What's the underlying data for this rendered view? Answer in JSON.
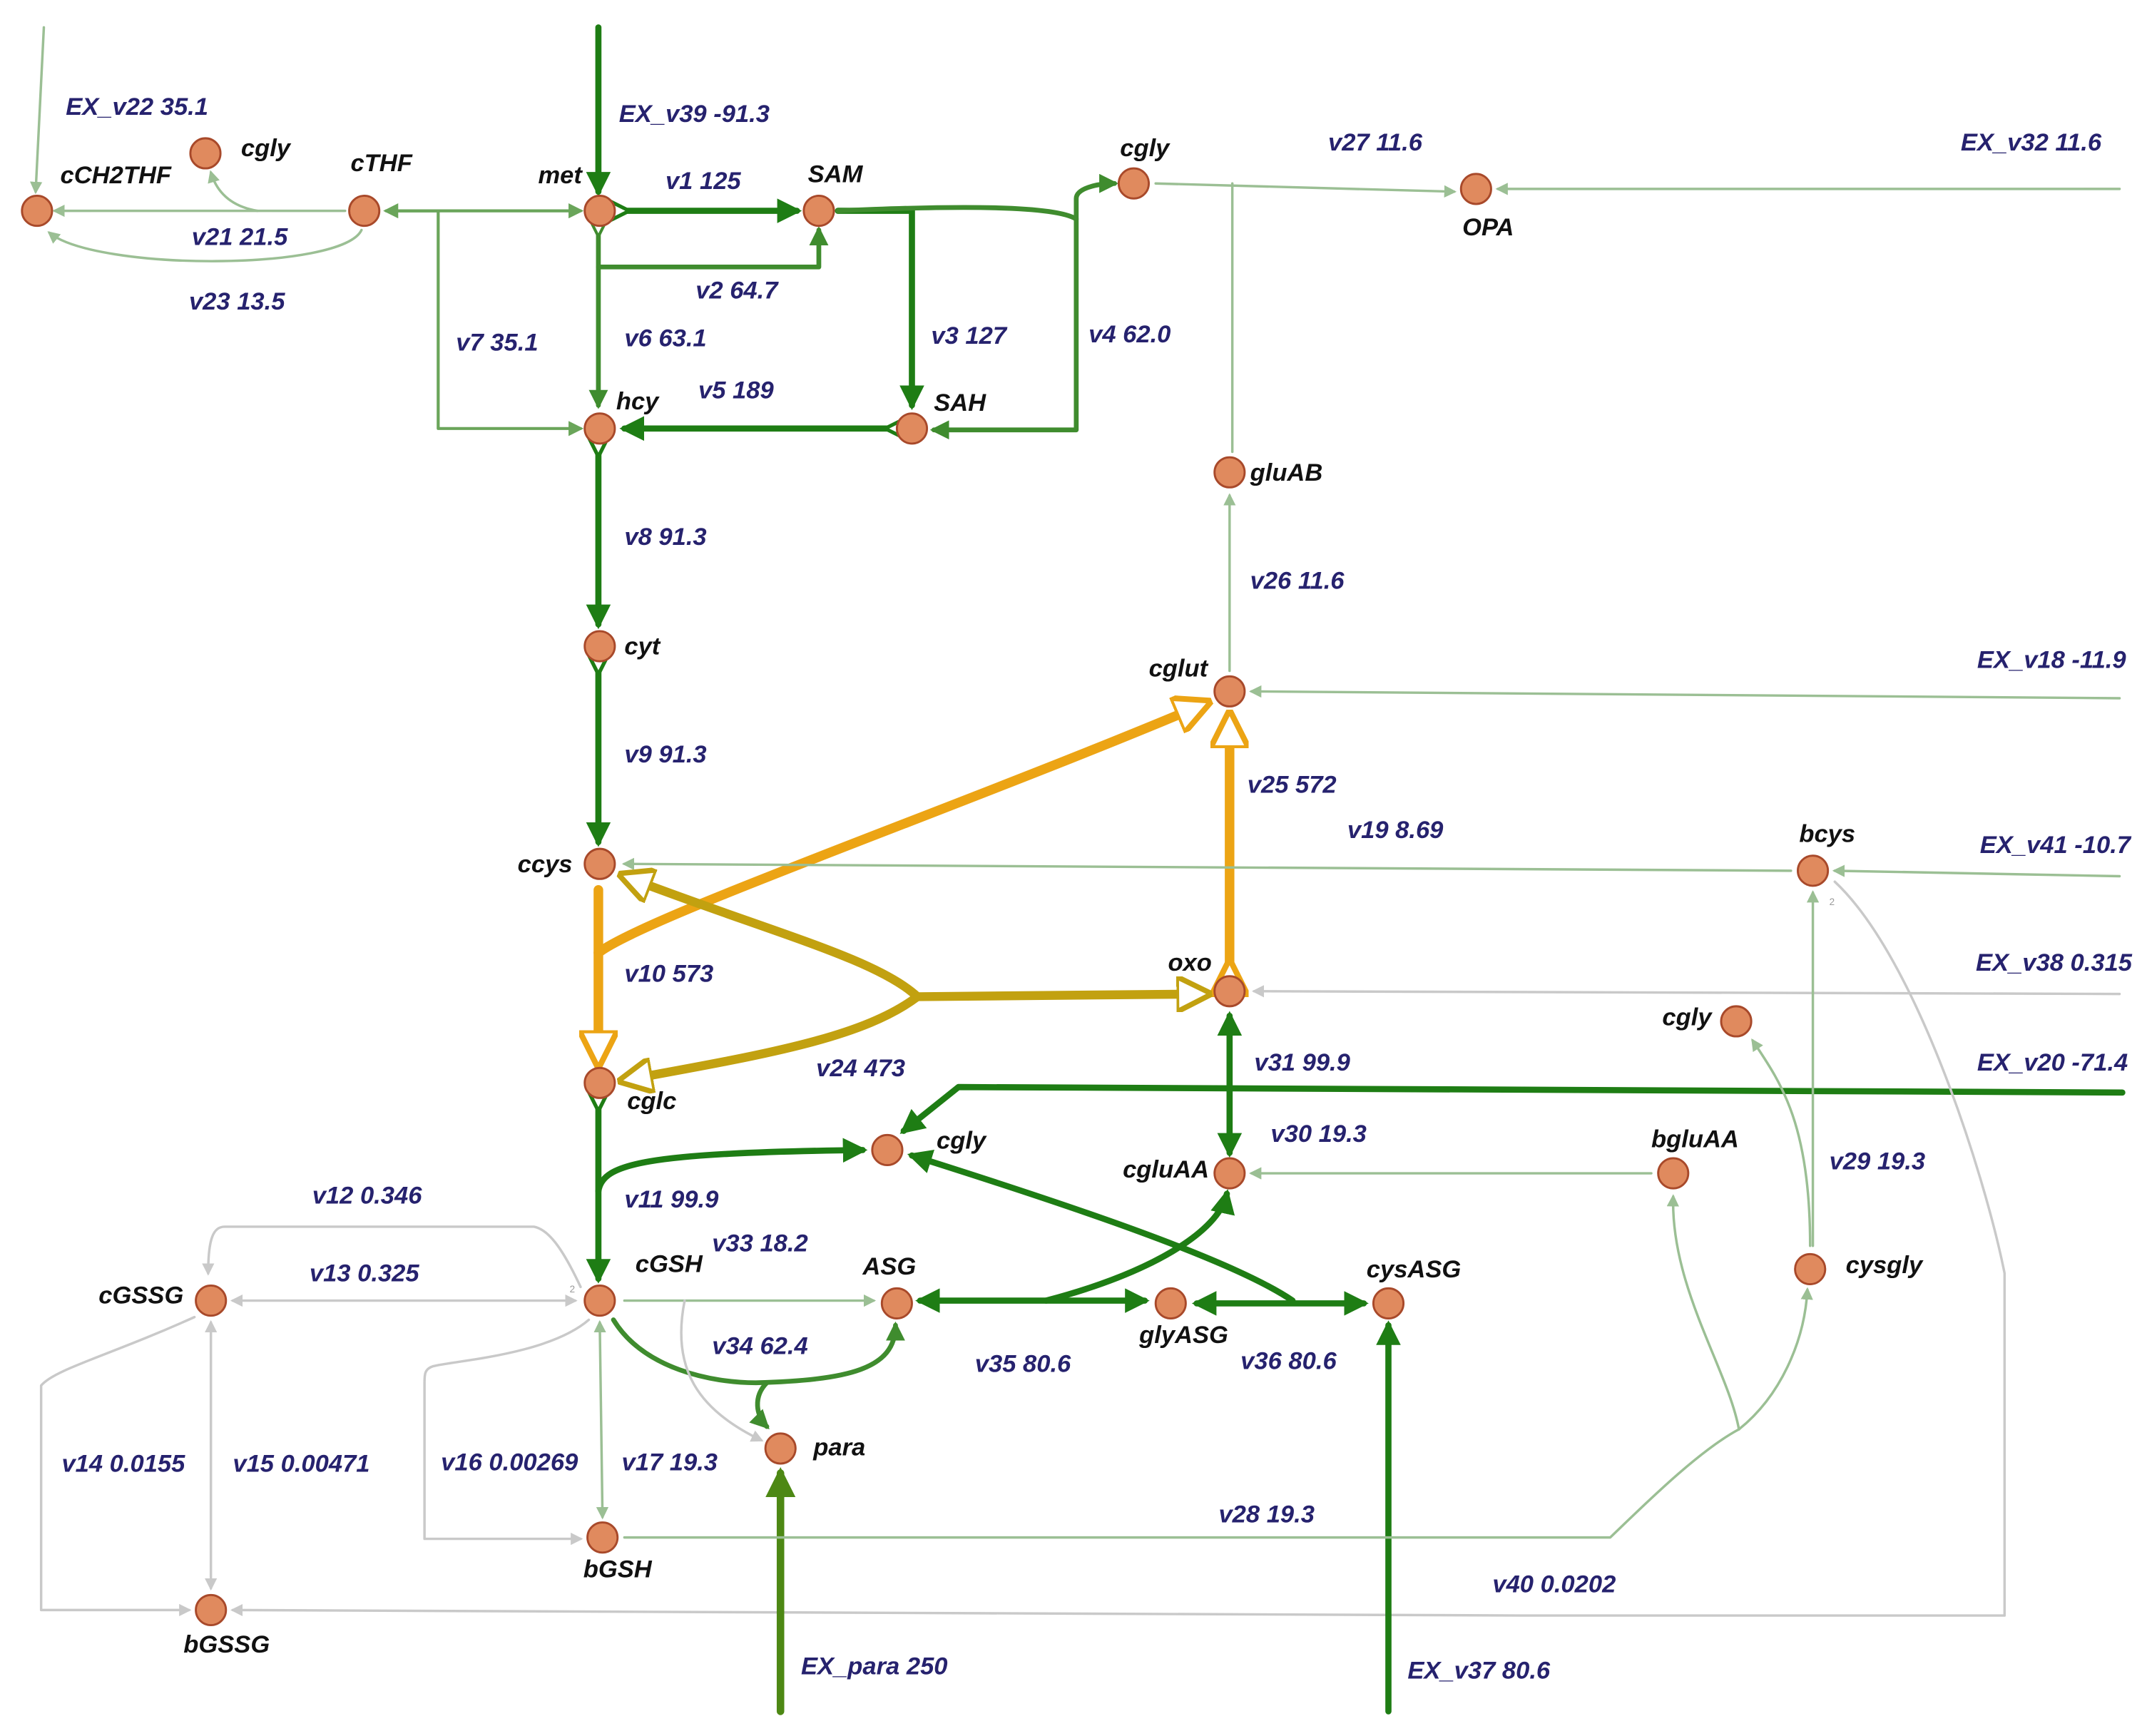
{
  "metabolites": [
    {
      "id": "cCH2THF",
      "label": "cCH2THF"
    },
    {
      "id": "cgly_top_left",
      "label": "cgly"
    },
    {
      "id": "cTHF",
      "label": "cTHF"
    },
    {
      "id": "met",
      "label": "met"
    },
    {
      "id": "SAM",
      "label": "SAM"
    },
    {
      "id": "cgly_top_right",
      "label": "cgly"
    },
    {
      "id": "OPA",
      "label": "OPA"
    },
    {
      "id": "hcy",
      "label": "hcy"
    },
    {
      "id": "SAH",
      "label": "SAH"
    },
    {
      "id": "gluAB",
      "label": "gluAB"
    },
    {
      "id": "cyt",
      "label": "cyt"
    },
    {
      "id": "cglut",
      "label": "cglut"
    },
    {
      "id": "ccys",
      "label": "ccys"
    },
    {
      "id": "bcys",
      "label": "bcys"
    },
    {
      "id": "oxo",
      "label": "oxo"
    },
    {
      "id": "cgly_mid_right",
      "label": "cgly"
    },
    {
      "id": "cglc",
      "label": "cglc"
    },
    {
      "id": "cgly_mid",
      "label": "cgly"
    },
    {
      "id": "cgluAA",
      "label": "cgluAA"
    },
    {
      "id": "bgluAA",
      "label": "bgluAA"
    },
    {
      "id": "cGSSG",
      "label": "cGSSG"
    },
    {
      "id": "cGSH",
      "label": "cGSH"
    },
    {
      "id": "ASG",
      "label": "ASG"
    },
    {
      "id": "glyASG",
      "label": "glyASG"
    },
    {
      "id": "cysASG",
      "label": "cysASG"
    },
    {
      "id": "cysgly",
      "label": "cysgly"
    },
    {
      "id": "para",
      "label": "para"
    },
    {
      "id": "bGSH",
      "label": "bGSH"
    },
    {
      "id": "bGSSG",
      "label": "bGSSG"
    }
  ],
  "reactions": [
    {
      "id": "EX_v22",
      "label": "EX_v22 35.1"
    },
    {
      "id": "EX_v39",
      "label": "EX_v39 -91.3"
    },
    {
      "id": "v1",
      "label": "v1 125"
    },
    {
      "id": "v27",
      "label": "v27 11.6"
    },
    {
      "id": "EX_v32",
      "label": "EX_v32 11.6"
    },
    {
      "id": "v21",
      "label": "v21 21.5"
    },
    {
      "id": "v23",
      "label": "v23 13.5"
    },
    {
      "id": "v2",
      "label": "v2 64.7"
    },
    {
      "id": "v7",
      "label": "v7 35.1"
    },
    {
      "id": "v6",
      "label": "v6 63.1"
    },
    {
      "id": "v3",
      "label": "v3 127"
    },
    {
      "id": "v4",
      "label": "v4 62.0"
    },
    {
      "id": "v5",
      "label": "v5 189"
    },
    {
      "id": "v8",
      "label": "v8 91.3"
    },
    {
      "id": "v26",
      "label": "v26 11.6"
    },
    {
      "id": "EX_v18",
      "label": "EX_v18 -11.9"
    },
    {
      "id": "v9",
      "label": "v9 91.3"
    },
    {
      "id": "v25",
      "label": "v25 572"
    },
    {
      "id": "v19",
      "label": "v19 8.69"
    },
    {
      "id": "EX_v41",
      "label": "EX_v41 -10.7"
    },
    {
      "id": "EX_v38",
      "label": "EX_v38 0.315"
    },
    {
      "id": "v10",
      "label": "v10 573"
    },
    {
      "id": "v24",
      "label": "v24 473"
    },
    {
      "id": "v31",
      "label": "v31 99.9"
    },
    {
      "id": "EX_v20",
      "label": "EX_v20 -71.4"
    },
    {
      "id": "v30",
      "label": "v30 19.3"
    },
    {
      "id": "v29",
      "label": "v29 19.3"
    },
    {
      "id": "v11",
      "label": "v11 99.9"
    },
    {
      "id": "v12",
      "label": "v12 0.346"
    },
    {
      "id": "v33",
      "label": "v33 18.2"
    },
    {
      "id": "v13",
      "label": "v13 0.325"
    },
    {
      "id": "v34",
      "label": "v34 62.4"
    },
    {
      "id": "v35",
      "label": "v35 80.6"
    },
    {
      "id": "v36",
      "label": "v36 80.6"
    },
    {
      "id": "v14",
      "label": "v14 0.0155"
    },
    {
      "id": "v15",
      "label": "v15 0.00471"
    },
    {
      "id": "v16",
      "label": "v16 0.00269"
    },
    {
      "id": "v17",
      "label": "v17 19.3"
    },
    {
      "id": "v28",
      "label": "v28 19.3"
    },
    {
      "id": "v40",
      "label": "v40 0.0202"
    },
    {
      "id": "EX_para",
      "label": "EX_para 250"
    },
    {
      "id": "EX_v37",
      "label": "EX_v37 80.6"
    }
  ],
  "small_marks": {
    "cGSH_mark": "2",
    "bcys_mark": "2"
  },
  "colors": {
    "node_fill": "#e08a5e",
    "node_stroke": "#a8492a",
    "reaction_label": "#26226e",
    "metabolite_label": "#111111",
    "high_flux_green": "#1e7d14",
    "low_flux_green": "#9bbf94",
    "negligible_flux": "#c9c9c9",
    "orange_flux": "#eca414",
    "olive_flux": "#c2a110"
  }
}
